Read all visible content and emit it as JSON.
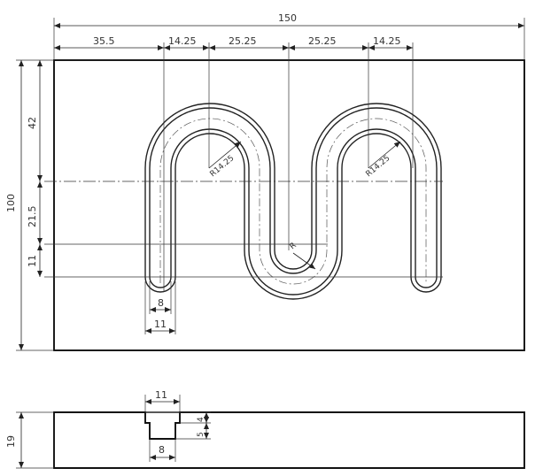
{
  "drawing": {
    "top_view": {
      "overall_width": "150",
      "horizontal_dims": [
        "35.5",
        "14.25",
        "25.25",
        "25.25",
        "14.25"
      ],
      "overall_height": "100",
      "vertical_dims": [
        "42",
        "21.5",
        "11"
      ],
      "groove_width_inner": "8",
      "groove_width_outer": "11",
      "radius_left": "R14.25",
      "radius_right": "R14.25",
      "radius_center": "R"
    },
    "side_view": {
      "thickness": "19",
      "slot_top_width": "11",
      "slot_bottom_width": "8",
      "depth_upper": "5",
      "depth_lower": "4"
    }
  }
}
